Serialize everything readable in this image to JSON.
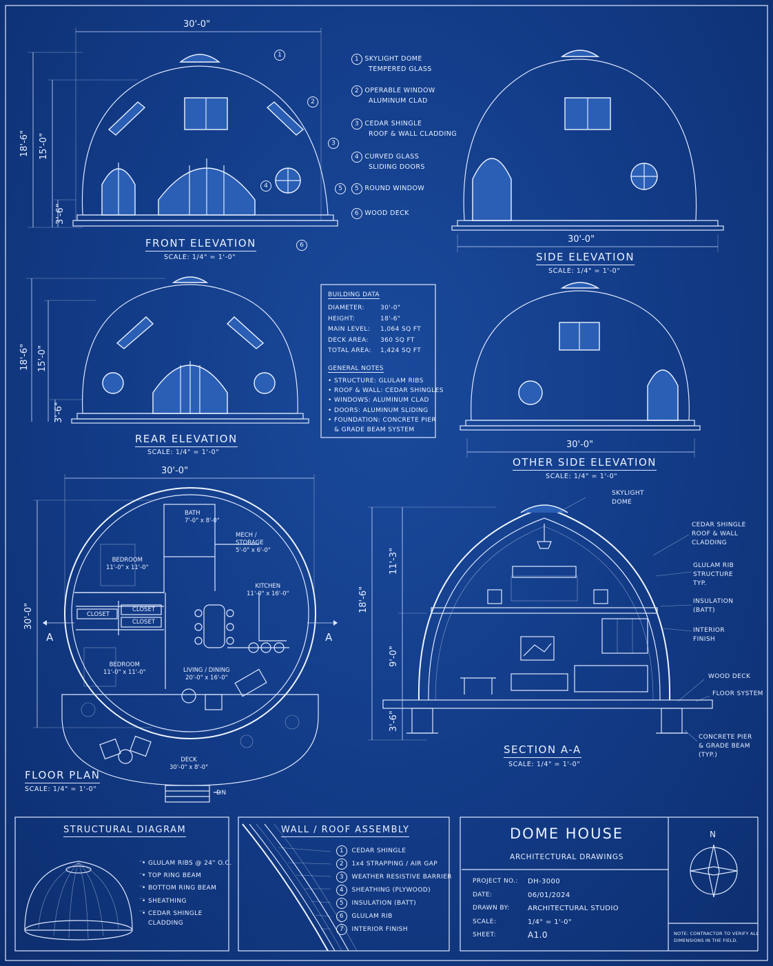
{
  "front": {
    "title": "FRONT ELEVATION",
    "scale": "SCALE: 1/4\" = 1'-0\"",
    "width": "30'-0\"",
    "dim_total": "18'-6\"",
    "dim_upper": "15'-0\"",
    "dim_base": "3'-6\"",
    "callouts": [
      "1",
      "2",
      "3",
      "4",
      "5",
      "6"
    ]
  },
  "legend": [
    {
      "num": "1",
      "line1": "SKYLIGHT DOME",
      "line2": "TEMPERED GLASS"
    },
    {
      "num": "2",
      "line1": "OPERABLE WINDOW",
      "line2": "ALUMINUM CLAD"
    },
    {
      "num": "3",
      "line1": "CEDAR SHINGLE",
      "line2": "ROOF & WALL CLADDING"
    },
    {
      "num": "4",
      "line1": "CURVED GLASS",
      "line2": "SLIDING DOORS"
    },
    {
      "num": "5",
      "line1": "ROUND WINDOW",
      "line2": ""
    },
    {
      "num": "6",
      "line1": "WOOD DECK",
      "line2": ""
    }
  ],
  "side": {
    "title": "SIDE ELEVATION",
    "scale": "SCALE: 1/4\" = 1'-0\"",
    "width": "30'-0\""
  },
  "rear": {
    "title": "REAR ELEVATION",
    "scale": "SCALE: 1/4\" = 1'-0\"",
    "dim_total": "18'-6\"",
    "dim_upper": "15'-0\"",
    "dim_base": "3'-6\""
  },
  "other": {
    "title": "OTHER SIDE ELEVATION",
    "scale": "SCALE: 1/4\" = 1'-0\"",
    "width": "30'-0\""
  },
  "building_data": {
    "heading": "BUILDING DATA",
    "rows": [
      {
        "k": "DIAMETER:",
        "v": "30'-0\""
      },
      {
        "k": "HEIGHT:",
        "v": "18'-6\""
      },
      {
        "k": "MAIN LEVEL:",
        "v": "1,064 SQ FT"
      },
      {
        "k": "DECK AREA:",
        "v": "360 SQ FT"
      },
      {
        "k": "TOTAL AREA:",
        "v": "1,424 SQ FT"
      }
    ],
    "notes_heading": "GENERAL NOTES",
    "notes": [
      "STRUCTURE: GLULAM RIBS",
      "ROOF & WALL: CEDAR SHINGLES",
      "WINDOWS: ALUMINUM CLAD",
      "DOORS:  ALUMINUM SLIDING",
      "FOUNDATION: CONCRETE PIER",
      "& GRADE BEAM SYSTEM"
    ]
  },
  "floor_plan": {
    "title": "FLOOR PLAN",
    "scale": "SCALE: 1/4\" = 1'-0\"",
    "width": "30'-0\"",
    "height": "30'-0\"",
    "section_mark": "A",
    "rooms": [
      {
        "name": "BATH",
        "size": "7'-0\" x 8'-0\""
      },
      {
        "name": "MECH /",
        "size": "STORAGE"
      },
      {
        "name": "5'-0\" x 6'-0\"",
        "size": ""
      },
      {
        "name": "BEDROOM",
        "size": "11'-0\" x 11'-0\""
      },
      {
        "name": "KITCHEN",
        "size": "11'-0\" x 16'-0\""
      },
      {
        "name": "CLOSET",
        "size": ""
      },
      {
        "name": "CLOSET",
        "size": ""
      },
      {
        "name": "CLOSET",
        "size": ""
      },
      {
        "name": "BEDROOM",
        "size": "11'-0\" x 11'-0\""
      },
      {
        "name": "LIVING / DINING",
        "size": "20'-0\" x 16'-0\""
      },
      {
        "name": "DECK",
        "size": "30'-0\" x 8'-0\""
      }
    ],
    "dn": "DN"
  },
  "section": {
    "title": "SECTION A-A",
    "scale": "SCALE: 1/4\" = 1'-0\"",
    "dim_total": "18'-6\"",
    "dim_upper": "11'-3\"",
    "dim_mid": "9'-0\"",
    "dim_base": "3'-6\"",
    "labels": [
      [
        "SKYLIGHT",
        "DOME"
      ],
      [
        "CEDAR SHINGLE",
        "ROOF & WALL",
        "CLADDING"
      ],
      [
        "GLULAM RIB",
        "STRUCTURE",
        "TYP."
      ],
      [
        "INSULATION",
        "(BATT)"
      ],
      [
        "INTERIOR",
        "FINISH"
      ],
      [
        "WOOD DECK"
      ],
      [
        "FLOOR SYSTEM"
      ],
      [
        "CONCRETE PIER",
        "& GRADE BEAM",
        "(TYP.)"
      ]
    ]
  },
  "structural": {
    "title": "STRUCTURAL DIAGRAM",
    "items": [
      "GLULAM RIBS @ 24\" O.C.",
      "TOP RING BEAM",
      "BOTTOM RING BEAM",
      "SHEATHING",
      "CEDAR SHINGLE",
      "CLADDING"
    ]
  },
  "assembly": {
    "title": "WALL / ROOF ASSEMBLY",
    "items": [
      {
        "num": "1",
        "label": "CEDAR SHINGLE"
      },
      {
        "num": "2",
        "label": "1x4 STRAPPING / AIR GAP"
      },
      {
        "num": "3",
        "label": "WEATHER RESISTIVE BARRIER"
      },
      {
        "num": "4",
        "label": "SHEATHING (PLYWOOD)"
      },
      {
        "num": "5",
        "label": "INSULATION (BATT)"
      },
      {
        "num": "6",
        "label": "GLULAM RIB"
      },
      {
        "num": "7",
        "label": "INTERIOR FINISH"
      }
    ]
  },
  "title_block": {
    "name": "DOME HOUSE",
    "sub": "ARCHITECTURAL DRAWINGS",
    "rows": [
      {
        "k": "PROJECT NO.:",
        "v": "DH-3000"
      },
      {
        "k": "DATE:",
        "v": "06/01/2024"
      },
      {
        "k": "DRAWN BY:",
        "v": "ARCHITECTURAL STUDIO"
      },
      {
        "k": "SCALE:",
        "v": "1/4\" = 1'-0\""
      },
      {
        "k": "SHEET:",
        "v": "A1.0"
      }
    ],
    "north": "N",
    "note1": "NOTE: CONTRACTOR TO VERIFY ALL",
    "note2": "DIMENSIONS IN THE FIELD."
  },
  "colors": {
    "background": "#123a85",
    "line": "#dfe9ff"
  }
}
